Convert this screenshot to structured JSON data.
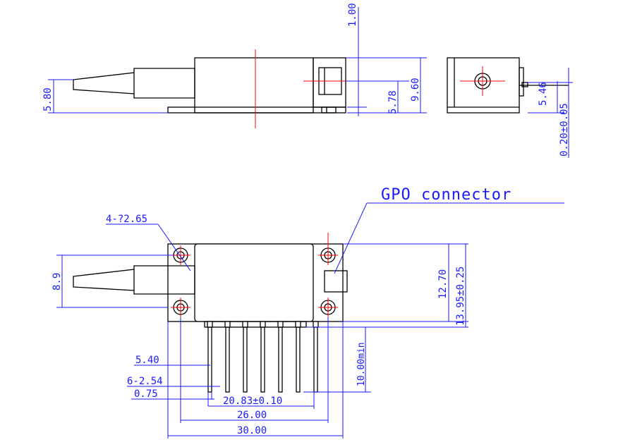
{
  "colors": {
    "outline": "#000000",
    "dimension": "#1a1aff",
    "centerline": "#ff0000",
    "background": "#ffffff"
  },
  "side_view": {
    "dim_top": "1.00",
    "dim_left": "5.80",
    "dim_connector": "5.78",
    "dim_height": "9.60"
  },
  "end_view": {
    "dim_height": "5.46",
    "dim_pin": "0.20±0.05"
  },
  "top_view": {
    "connector_label": "GPO connector",
    "holes": "4-?2.65",
    "dim_fiber": "8.9",
    "dim_inner_height": "12.70",
    "dim_outer_height": "13.95±0.25",
    "dim_pin_length": "10.00min",
    "dim_pin_offset": "5.40",
    "dim_pin_pitch": "6-2.54",
    "dim_pin_width": "0.75",
    "dim_pin_span": "20.83±0.10",
    "dim_hole_span": "26.00",
    "dim_total_width": "30.00"
  }
}
